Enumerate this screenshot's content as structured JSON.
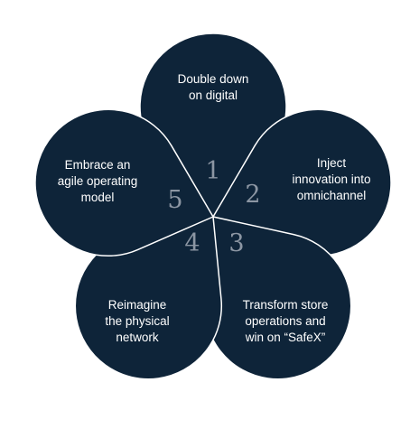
{
  "petals": [
    {
      "number": "1",
      "lines": [
        "Double down",
        "on digital"
      ]
    },
    {
      "number": "2",
      "lines": [
        "Inject",
        "innovation into",
        "omnichannel"
      ]
    },
    {
      "number": "3",
      "lines": [
        "Transform store",
        "operations and",
        "win on “SafeX”"
      ]
    },
    {
      "number": "4",
      "lines": [
        "Reimagine",
        "the physical",
        "network"
      ]
    },
    {
      "number": "5",
      "lines": [
        "Embrace an",
        "agile operating",
        "model"
      ]
    }
  ],
  "colors": {
    "petal": "#0e2439",
    "number": "#8c96a3",
    "text": "#ffffff"
  }
}
